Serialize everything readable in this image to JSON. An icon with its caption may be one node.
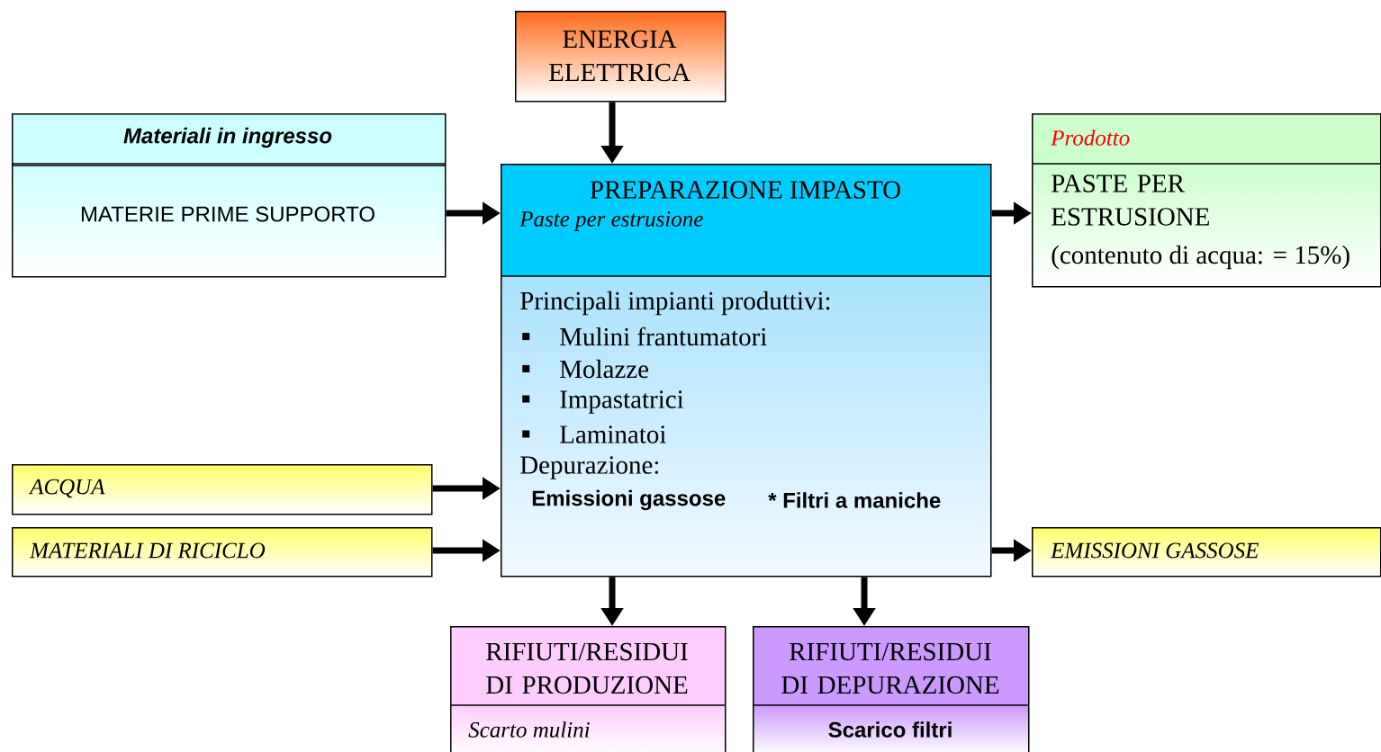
{
  "diagram": {
    "nodes": [
      {
        "text": [
          "ENERGIA ELETTRICA"
        ]
      },
      {
        "text": [
          "Materiali in ingresso",
          "MATERIE PRIME SUPPORTO"
        ]
      },
      {
        "text": [
          "ACQUA"
        ]
      },
      {
        "text": [
          "MATERIALI DI RICICLO"
        ]
      },
      {
        "text": [
          "PREPARAZIONE IMPASTO",
          "Paste per estrusione",
          "Principali impianti produttivi:",
          "Mulini frantumatori",
          "Molazze",
          "Impastatrici",
          "Laminatoi",
          "Depurazione:",
          "Emissioni gassose",
          "* Filtri a maniche"
        ]
      },
      {
        "text": [
          "Prodotto",
          "PASTE PER ESTRUSIONE",
          "(contenuto di acqua: = 15%)"
        ]
      },
      {
        "text": [
          "EMISSIONI GASSOSE"
        ]
      },
      {
        "text": [
          "RIFIUTI/RESIDUI DI PRODUZIONE",
          "Scarto mulini"
        ]
      },
      {
        "text": [
          "RIFIUTI/RESIDUI DI DEPURAZIONE",
          "Scarico filtri"
        ]
      }
    ],
    "edges": [
      {
        "from": 0,
        "to": 4,
        "arrow": "to"
      },
      {
        "from": 1,
        "to": 4,
        "arrow": "to"
      },
      {
        "from": 2,
        "to": 4,
        "arrow": "to"
      },
      {
        "from": 3,
        "to": 4,
        "arrow": "to"
      },
      {
        "from": 4,
        "to": 5,
        "arrow": "to"
      },
      {
        "from": 4,
        "to": 6,
        "arrow": "to"
      },
      {
        "from": 4,
        "to": 7,
        "arrow": "to"
      },
      {
        "from": 4,
        "to": 8,
        "arrow": "to"
      }
    ]
  }
}
